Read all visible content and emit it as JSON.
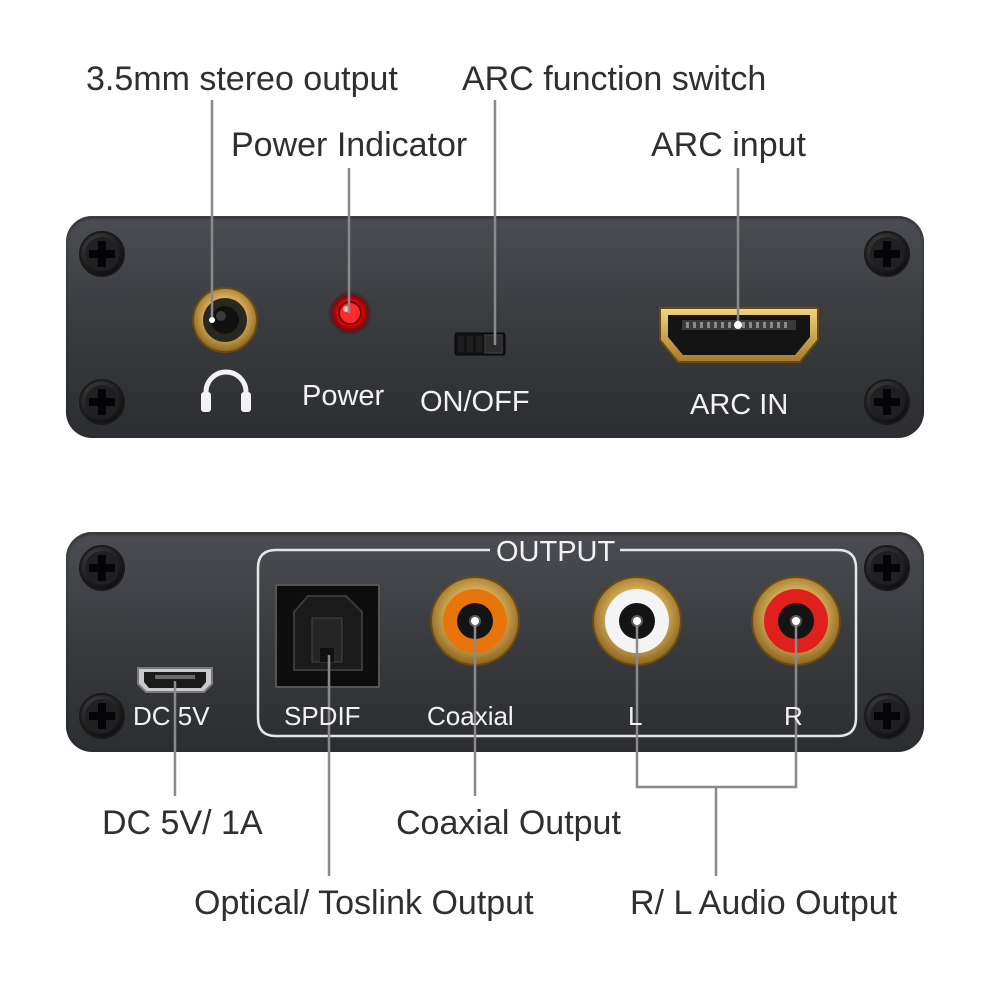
{
  "callouts": {
    "stereo_output": "3.5mm stereo output",
    "power_indicator": "Power Indicator",
    "arc_switch": "ARC function switch",
    "arc_input": "ARC input",
    "dc_input": "DC 5V/ 1A",
    "coaxial_output": "Coaxial Output",
    "optical_output": "Optical/ Toslink Output",
    "rl_output": "R/ L Audio Output"
  },
  "front_panel": {
    "power_label": "Power",
    "switch_label": "ON/OFF",
    "hdmi_label": "ARC IN",
    "headphone_icon": "headphones-icon"
  },
  "back_panel": {
    "output_group_label": "OUTPUT",
    "usb_label": "DC 5V",
    "spdif_label": "SPDIF",
    "coaxial_label": "Coaxial",
    "left_label": "L",
    "right_label": "R"
  },
  "colors": {
    "device_body": "#3a3c40",
    "gold": "#d9b15a",
    "led_red": "#ff2020",
    "rca_orange": "#e8740c",
    "rca_white": "#f4f4f4",
    "rca_red": "#e0201c",
    "leader_line": "#8a8a8a"
  }
}
